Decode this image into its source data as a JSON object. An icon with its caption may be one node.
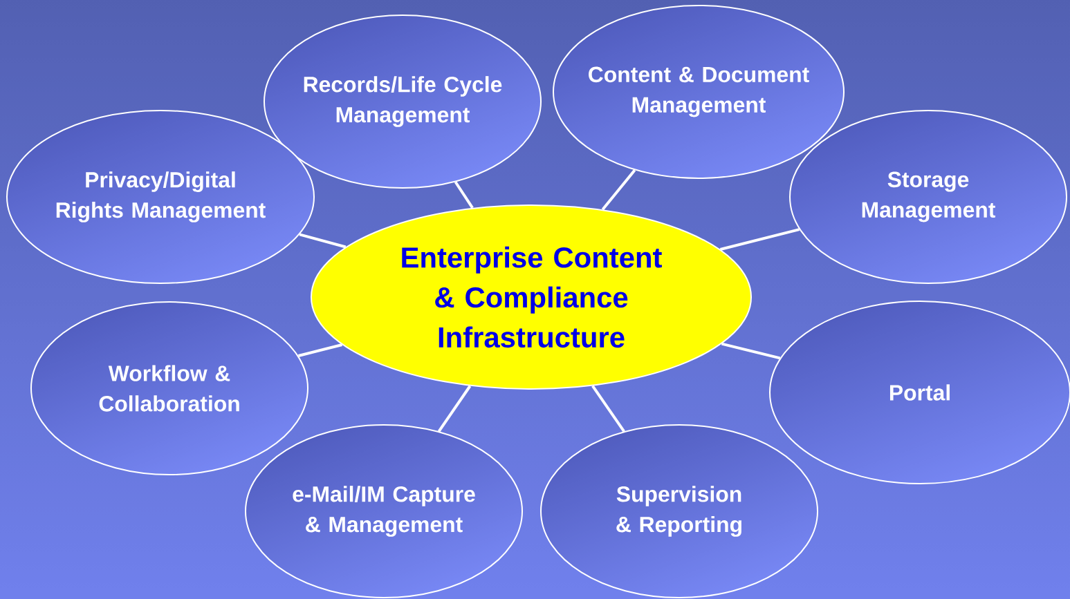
{
  "diagram": {
    "nodes": [
      {
        "text": [
          "Enterprise Content & Compliance Infrastructure"
        ]
      },
      {
        "text": [
          "Records/Life Cycle Management"
        ]
      },
      {
        "text": [
          "Content & Document Management"
        ]
      },
      {
        "text": [
          "Privacy/Digital Rights Management"
        ]
      },
      {
        "text": [
          "Storage Management"
        ]
      },
      {
        "text": [
          "Workflow & Collaboration"
        ]
      },
      {
        "text": [
          "Portal"
        ]
      },
      {
        "text": [
          "e-Mail/IM Capture & Management"
        ]
      },
      {
        "text": [
          "Supervision & Reporting"
        ]
      }
    ],
    "edges": [
      {
        "from": 0,
        "to": 1,
        "arrow": "none"
      },
      {
        "from": 0,
        "to": 2,
        "arrow": "none"
      },
      {
        "from": 0,
        "to": 3,
        "arrow": "none"
      },
      {
        "from": 0,
        "to": 4,
        "arrow": "none"
      },
      {
        "from": 0,
        "to": 5,
        "arrow": "none"
      },
      {
        "from": 0,
        "to": 6,
        "arrow": "none"
      },
      {
        "from": 0,
        "to": 7,
        "arrow": "none"
      },
      {
        "from": 0,
        "to": 8,
        "arrow": "none"
      }
    ]
  }
}
